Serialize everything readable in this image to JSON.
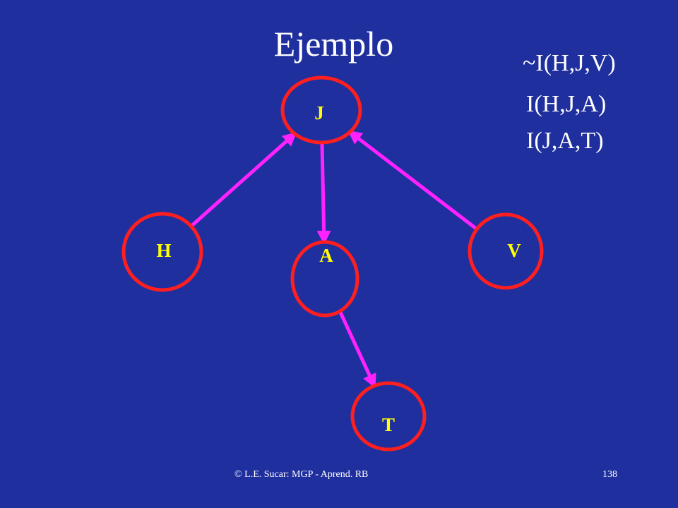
{
  "slide": {
    "title": "Ejemplo",
    "statements": [
      "~I(H,J,V)",
      "I(H,J,A)",
      "I(J,A,T)"
    ],
    "footer": "© L.E. Sucar: MGP - Aprend. RB",
    "page_number": "138"
  },
  "colors": {
    "background": "#1f2f9e",
    "node_border": "#ff1f1f",
    "edge": "#ff22ff",
    "node_label": "#ffff00"
  },
  "diagram": {
    "nodes": [
      {
        "id": "J",
        "label": "J"
      },
      {
        "id": "H",
        "label": "H"
      },
      {
        "id": "A",
        "label": "A"
      },
      {
        "id": "V",
        "label": "V"
      },
      {
        "id": "T",
        "label": "T"
      }
    ],
    "edges": [
      {
        "from": "H",
        "to": "J"
      },
      {
        "from": "J",
        "to": "A"
      },
      {
        "from": "V",
        "to": "J"
      },
      {
        "from": "A",
        "to": "T"
      }
    ]
  }
}
